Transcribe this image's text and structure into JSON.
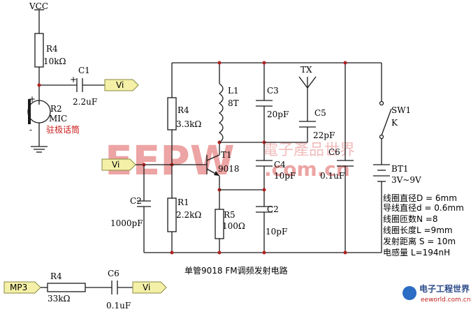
{
  "diagram": {
    "title": "单管9018 FM调频发射电路",
    "vcc": "VCC",
    "mic_section": {
      "r4_name": "R4",
      "r4_value": "10kΩ",
      "c1_name": "C1",
      "c1_value": "2.2uF",
      "r2_name": "R2",
      "mic": "MIC",
      "mic_desc": "驻极话筒",
      "vi_port": "Vi",
      "plus": "+",
      "minus": "-"
    },
    "main": {
      "r4_name": "R4",
      "r4_value": "3.3kΩ",
      "l1_name": "L1",
      "l1_value": "8T",
      "c3_name": "C3",
      "c3_value": "20pF",
      "tx": "TX",
      "c5_name": "C5",
      "c5_value": "22pF",
      "c6_name": "C6",
      "c6_value": "0.1uF",
      "sw1_name": "SW1",
      "sw1_k": "K",
      "bt1_name": "BT1",
      "bt1_value": "3V~9V",
      "t1_name": "T1",
      "t1_value": "9018",
      "c4_name": "C4",
      "c4_value": "10pF",
      "vi_port": "Vi",
      "c2a_name": "C2",
      "c2a_value": "1000pF",
      "r1_name": "R1",
      "r1_value": "2.2kΩ",
      "r5_name": "R5",
      "r5_value": "100Ω",
      "c2b_name": "C2",
      "c2b_value": "10pF"
    },
    "notes": [
      "线圈直径D = 6mm",
      "导线直径d = 0.6mm",
      "线圈匝数N =8",
      "线圈长度L =9mm",
      "发射距离 S = 10m",
      "电感量 L=194nH"
    ],
    "mp3_section": {
      "mp3_port": "MP3",
      "r4_name": "R4",
      "r4_value": "33kΩ",
      "c6_name": "C6",
      "c6_value": "0.1uF",
      "vi_port": "Vi"
    },
    "watermark": {
      "logo": "EEPW",
      "site": ".com.cn",
      "cn": "電子產品世界"
    },
    "corner_logo": {
      "cn": "电子工程世界",
      "url": "eeworld.com.cn"
    }
  }
}
